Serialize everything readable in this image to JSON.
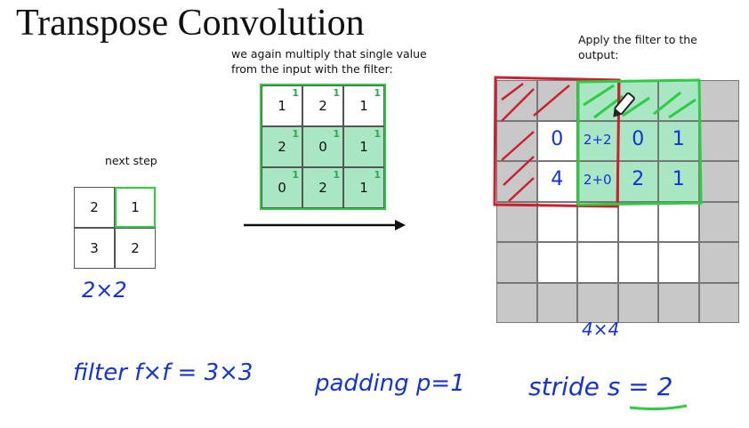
{
  "title": "Transpose Convolution",
  "caption_mid": "we again multiply that single value from the input with the filter:",
  "caption_next": "next step",
  "caption_apply": "Apply the filter to the output:",
  "input_grid": [
    [
      "2",
      "1"
    ],
    [
      "3",
      "2"
    ]
  ],
  "input_size_note": "2×2",
  "filter_grid": [
    [
      {
        "v": "1",
        "s": "1"
      },
      {
        "v": "2",
        "s": "1"
      },
      {
        "v": "1",
        "s": "1"
      }
    ],
    [
      {
        "v": "2",
        "s": "1"
      },
      {
        "v": "0",
        "s": "1"
      },
      {
        "v": "1",
        "s": "1"
      }
    ],
    [
      {
        "v": "0",
        "s": "1"
      },
      {
        "v": "2",
        "s": "1"
      },
      {
        "v": "1",
        "s": "1"
      }
    ]
  ],
  "output_written": [
    {
      "text": "0",
      "row": 1,
      "col": 1
    },
    {
      "text": "2+2",
      "row": 1,
      "col": 2
    },
    {
      "text": "0",
      "row": 1,
      "col": 3
    },
    {
      "text": "1",
      "row": 1,
      "col": 4
    },
    {
      "text": "4",
      "row": 2,
      "col": 1
    },
    {
      "text": "2+0",
      "row": 2,
      "col": 2
    },
    {
      "text": "2",
      "row": 2,
      "col": 3
    },
    {
      "text": "1",
      "row": 2,
      "col": 4
    }
  ],
  "output_size_note": "4×4",
  "notes": {
    "filter": "filter f×f = 3×3",
    "padding": "padding p=1",
    "stride": "stride s = 2"
  },
  "colors": {
    "filter_green": "#a8e6c4",
    "highlight_green": "#2ecc40",
    "red": "#cc1f2f",
    "pad_gray": "#c8c8c8",
    "ink_blue": "#1433d6"
  }
}
